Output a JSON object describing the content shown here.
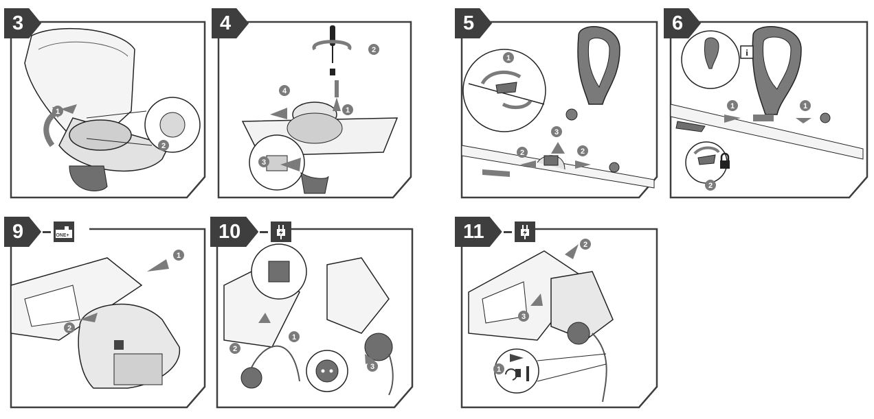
{
  "panels": [
    {
      "id": "p3",
      "step": "3",
      "badge": null,
      "callouts": [
        "1",
        "2"
      ]
    },
    {
      "id": "p4",
      "step": "4",
      "badge": null,
      "callouts": [
        "1",
        "2",
        "3",
        "4"
      ]
    },
    {
      "id": "p5",
      "step": "5",
      "badge": null,
      "callouts": [
        "1",
        "2",
        "2",
        "3"
      ]
    },
    {
      "id": "p6",
      "step": "6",
      "badge": "info-icon",
      "callouts": [
        "1",
        "1",
        "2"
      ]
    },
    {
      "id": "p9",
      "step": "9",
      "badge": "one-plus-battery-icon",
      "callouts": [
        "1",
        "2"
      ]
    },
    {
      "id": "p10",
      "step": "10",
      "badge": "power-plug-icon",
      "callouts": [
        "1",
        "2",
        "3"
      ]
    },
    {
      "id": "p11",
      "step": "11",
      "badge": "power-plug-icon",
      "callouts": [
        "1",
        "2",
        "3"
      ]
    }
  ],
  "badges": {
    "info": "i",
    "one_plus": "ONE+"
  },
  "colors": {
    "frame": "#3e3e3e",
    "callout": "#7b7b7b",
    "tool_body": "#d9d9d9",
    "grip": "#6f6f6f"
  }
}
